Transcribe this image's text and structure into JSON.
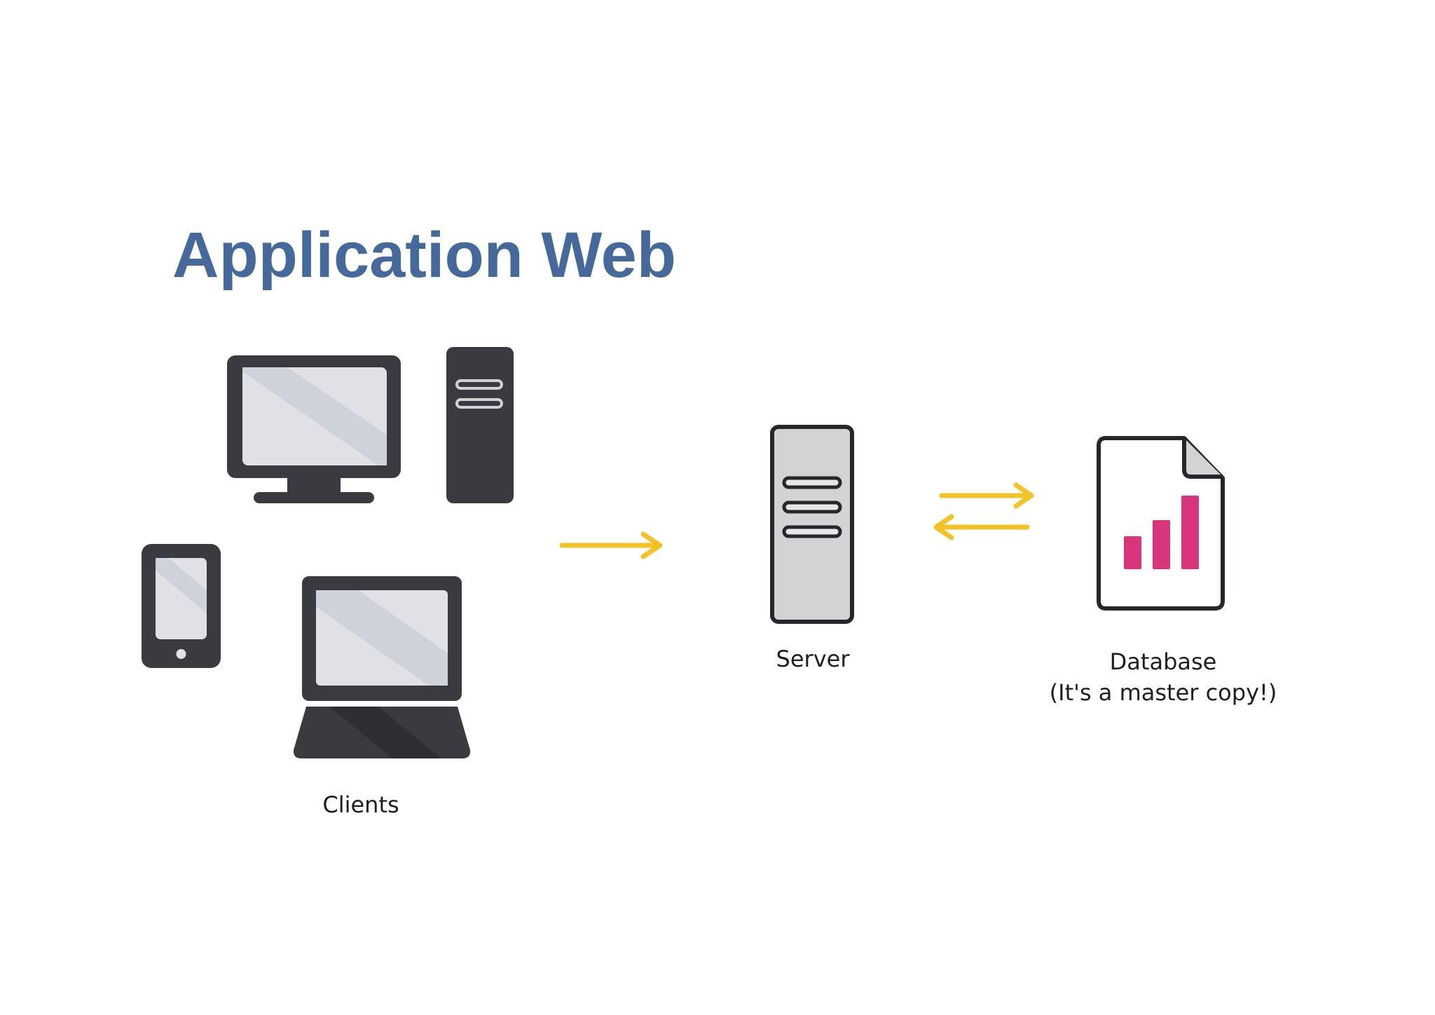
{
  "title": "Application Web",
  "labels": {
    "clients": "Clients",
    "server": "Server",
    "database_line1": "Database",
    "database_line2": "(It's a master copy!)"
  },
  "colors": {
    "title": "#44699a",
    "device_dark": "#3a3b40",
    "screen": "#dfe1e7",
    "server_body": "#d3d3d5",
    "arrow": "#f3c224",
    "bars": "#d9357a"
  },
  "icons": [
    "desktop-monitor-icon",
    "tower-pc-icon",
    "tablet-icon",
    "laptop-icon",
    "server-icon",
    "database-document-icon",
    "arrow-right-icon",
    "bidirectional-arrows-icon"
  ]
}
